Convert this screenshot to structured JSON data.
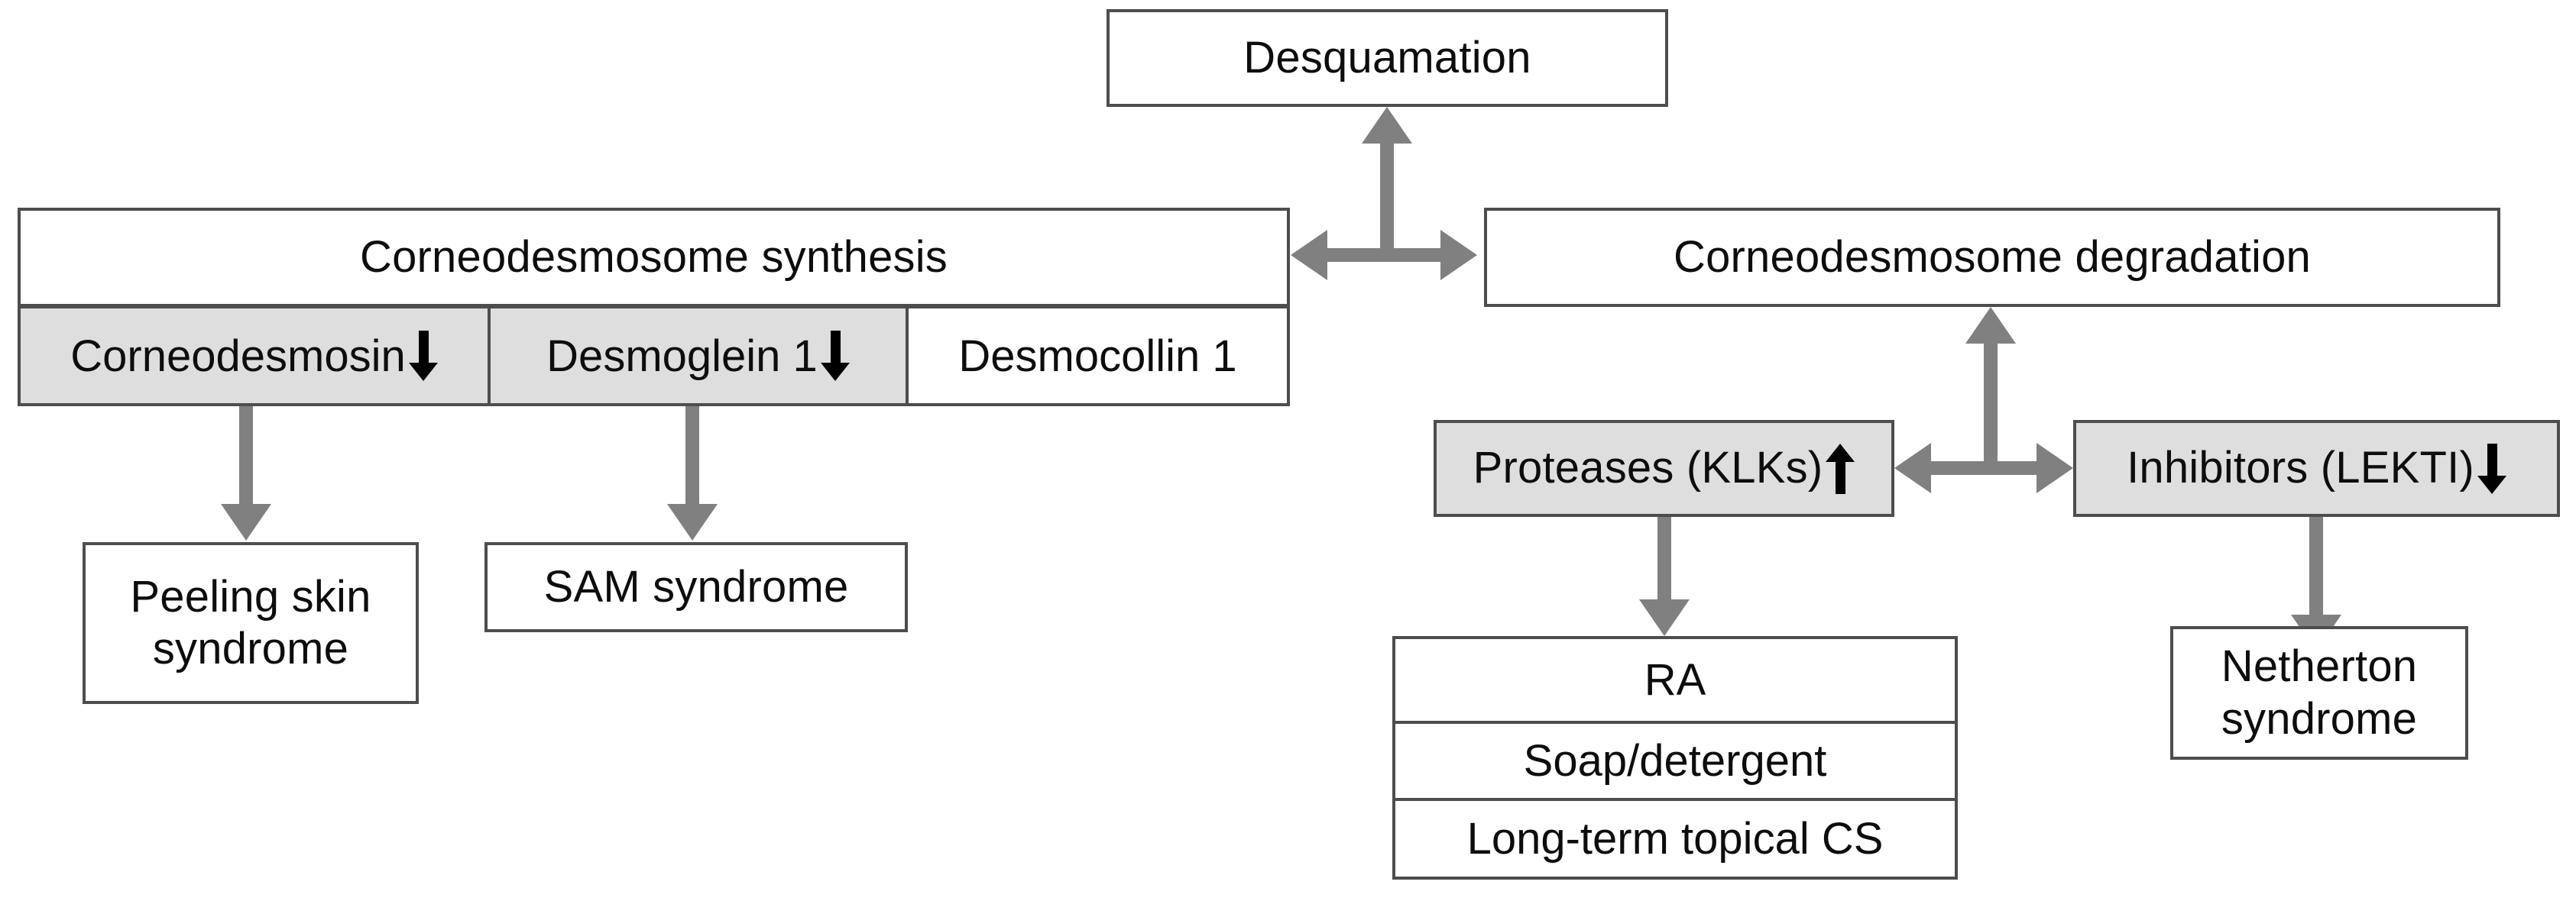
{
  "diagram": {
    "title_boxes": {
      "desquamation": "Desquamation",
      "synthesis": "Corneodesmosome synthesis",
      "degradation": "Corneodesmosome degradation"
    },
    "synthesis_components": [
      {
        "label": "Corneodesmosin",
        "trend": "down",
        "shaded": true
      },
      {
        "label": "Desmoglein 1",
        "trend": "down",
        "shaded": true
      },
      {
        "label": "Desmocollin 1",
        "trend": "none",
        "shaded": false
      }
    ],
    "synthesis_outcomes": [
      {
        "label": "Peeling skin\nsyndrome"
      },
      {
        "label": "SAM syndrome"
      }
    ],
    "degradation_regulators": [
      {
        "label": "Proteases  (KLKs)",
        "trend": "up",
        "shaded": true
      },
      {
        "label": "Inhibitors  (LEKTI)",
        "trend": "down",
        "shaded": true
      }
    ],
    "protease_triggers": [
      "RA",
      "Soap/detergent",
      "Long-term topical CS"
    ],
    "inhibitor_outcome": "Netherton\nsyndrome",
    "colors": {
      "border": "#4d4d4d",
      "shaded_fill": "#dedede",
      "arrow_gray": "#808080",
      "arrow_black": "#000000",
      "text": "#0d0d0d",
      "background": "#ffffff"
    }
  }
}
